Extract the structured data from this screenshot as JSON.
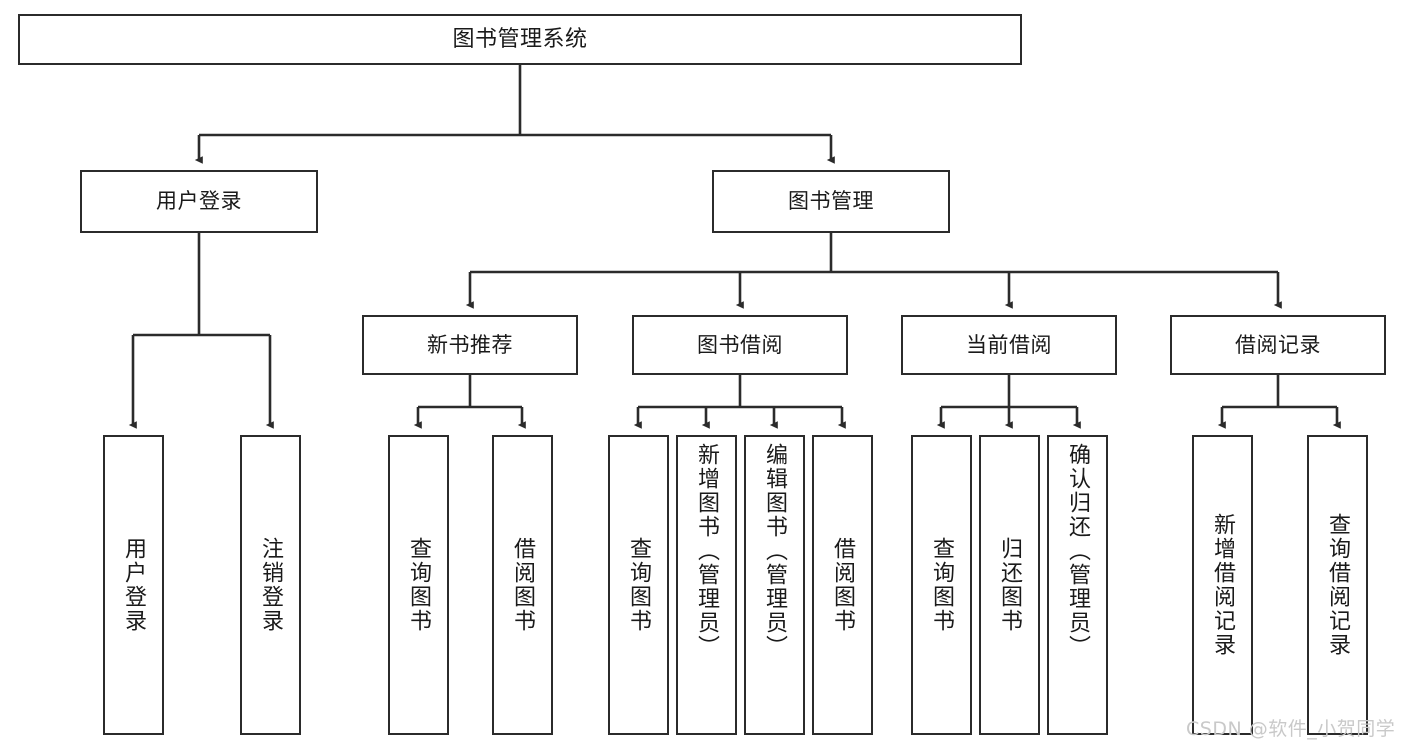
{
  "diagram": {
    "title": "图书管理系统",
    "type": "tree",
    "watermark": "CSDN @软件_小贺同学",
    "colors": {
      "stroke": "#2b2b2b",
      "fill": "#ffffff",
      "text": "#1a1a1a",
      "watermark": "#c9c9c9"
    },
    "root": {
      "label": "图书管理系统"
    },
    "level1": [
      {
        "label": "用户登录"
      },
      {
        "label": "图书管理"
      }
    ],
    "level2": [
      {
        "label": "新书推荐"
      },
      {
        "label": "图书借阅"
      },
      {
        "label": "当前借阅"
      },
      {
        "label": "借阅记录"
      }
    ],
    "leaves": {
      "user_login": [
        {
          "label": "用户登录"
        },
        {
          "label": "注销登录"
        }
      ],
      "new_book_recommend": [
        {
          "label": "查询图书"
        },
        {
          "label": "借阅图书"
        }
      ],
      "book_borrow": [
        {
          "label": "查询图书"
        },
        {
          "label": "新增图书（管理员）"
        },
        {
          "label": "编辑图书（管理员）"
        },
        {
          "label": "借阅图书"
        }
      ],
      "current_borrow": [
        {
          "label": "查询图书"
        },
        {
          "label": "归还图书"
        },
        {
          "label": "确认归还（管理员）"
        }
      ],
      "borrow_record": [
        {
          "label": "新增借阅记录"
        },
        {
          "label": "查询借阅记录"
        }
      ]
    }
  }
}
